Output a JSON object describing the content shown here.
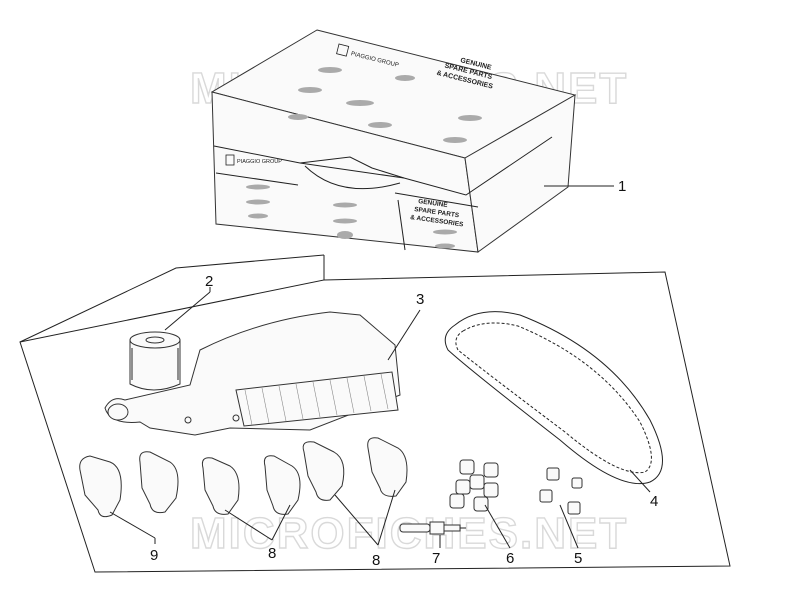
{
  "watermark": "MICROFICHES.NET",
  "box": {
    "brand_top": "PIAGGIO GROUP",
    "title_top": [
      "GENUINE",
      "SPARE PARTS",
      "& ACCESSORIES"
    ],
    "brand_front": "PIAGGIO GROUP",
    "title_front": [
      "GENUINE",
      "SPARE PARTS",
      "& ACCESSORIES"
    ]
  },
  "callouts": [
    "1",
    "2",
    "3",
    "4",
    "5",
    "6",
    "7",
    "8",
    "8",
    "9"
  ]
}
